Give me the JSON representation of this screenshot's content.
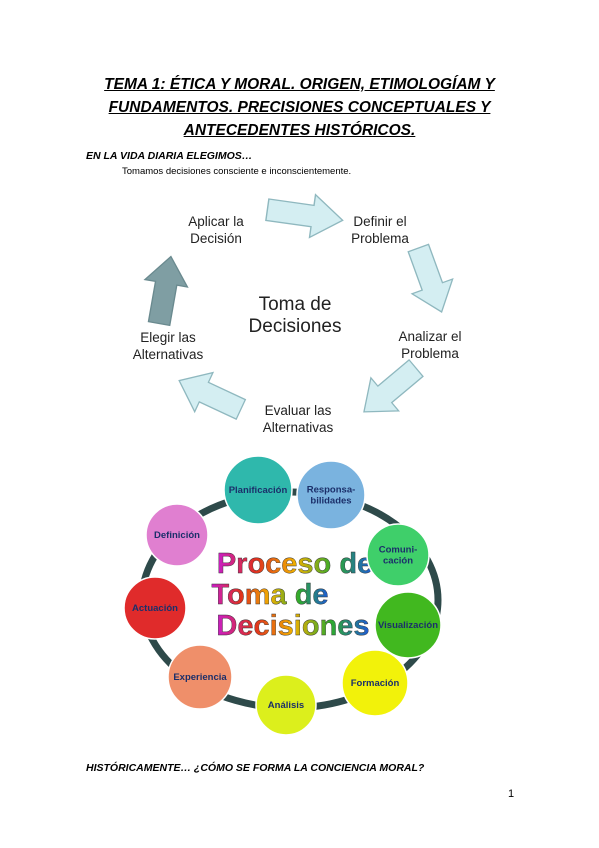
{
  "title": "TEMA 1: ÉTICA Y MORAL. ORIGEN, ETIMOLOGÍAM Y FUNDAMENTOS. PRECISIONES CONCEPTUALES Y ANTECEDENTES HISTÓRICOS.",
  "title_lines": [
    "TEMA 1: ÉTICA Y MORAL. ORIGEN, ETIMOLOGÍAM Y",
    "FUNDAMENTOS. PRECISIONES CONCEPTUALES Y",
    "ANTECEDENTES HISTÓRICOS."
  ],
  "section1": {
    "heading": "EN LA VIDA DIARIA ELEGIMOS…",
    "subtext": "Tomamos decisiones consciente e inconscientemente."
  },
  "cycle_diagram": {
    "center_lines": [
      "Toma de",
      "Decisiones"
    ],
    "steps": [
      {
        "lines": [
          "Definir el",
          "Problema"
        ]
      },
      {
        "lines": [
          "Analizar el",
          "Problema"
        ]
      },
      {
        "lines": [
          "Evaluar las",
          "Alternativas"
        ]
      },
      {
        "lines": [
          "Elegir las",
          "Alternativas"
        ]
      },
      {
        "lines": [
          "Aplicar la",
          "Decisión"
        ]
      }
    ],
    "colors": {
      "arrow_light": "#d4eef2",
      "arrow_dark": "#7f9ea3",
      "stroke": "#8fb8bf"
    }
  },
  "process_diagram": {
    "center_lines": [
      "Proceso de",
      "Toma de",
      "Decisiones"
    ],
    "ring_color": "#2e4a4a",
    "nodes": [
      {
        "label": "Planificación",
        "color": "#2fb8ac"
      },
      {
        "label": "Responsa-\nbilidades",
        "color": "#7ab3df"
      },
      {
        "label": "Comuni-\ncación",
        "color": "#3fcf6a"
      },
      {
        "label": "Visualización",
        "color": "#41b81f"
      },
      {
        "label": "Formación",
        "color": "#f2f20a"
      },
      {
        "label": "Análisis",
        "color": "#dcef1c"
      },
      {
        "label": "Experiencia",
        "color": "#ef8f6a"
      },
      {
        "label": "Actuación",
        "color": "#e02b2b"
      },
      {
        "label": "Definición",
        "color": "#e07fd0"
      }
    ]
  },
  "section2": {
    "heading": "HISTÓRICAMENTE… ¿CÓMO SE FORMA LA CONCIENCIA MORAL?"
  },
  "page_number": "1"
}
